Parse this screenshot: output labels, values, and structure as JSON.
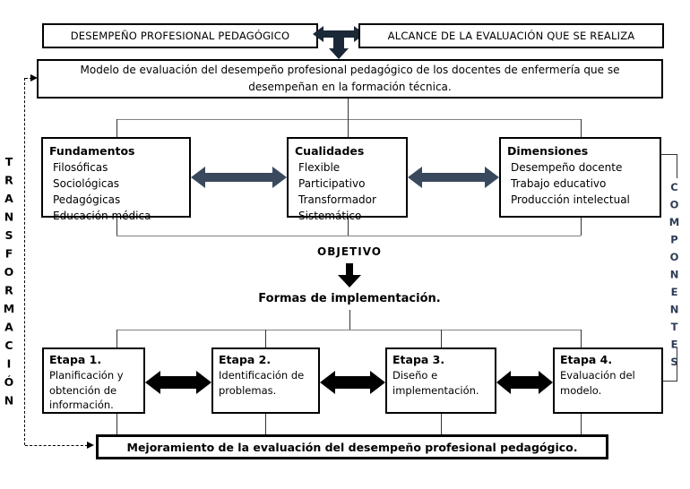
{
  "diagram": {
    "top": {
      "left_box": "DESEMPEÑO PROFESIONAL PEDAGÓGICO",
      "right_box": "ALCANCE DE LA EVALUACIÓN QUE SE REALIZA"
    },
    "model_box": "Modelo de evaluación del desempeño profesional pedagógico de los docentes de enfermería que se desempeñan en la formación técnica.",
    "components": [
      {
        "title": "Fundamentos",
        "items": [
          "Filosóficas",
          "Sociológicas",
          "Pedagógicas",
          "Educación médica"
        ]
      },
      {
        "title": "Cualidades",
        "items": [
          "Flexible",
          "Participativo",
          "Transformador",
          "Sistemático"
        ]
      },
      {
        "title": "Dimensiones",
        "items": [
          "Desempeño docente",
          "Trabajo educativo",
          "Producción intelectual"
        ]
      }
    ],
    "objetivo_label": "OBJETIVO",
    "formas_label": "Formas de implementación.",
    "etapas": [
      {
        "title": "Etapa 1.",
        "body": "Planificación y obtención de información."
      },
      {
        "title": "Etapa 2.",
        "body": "Identificación de problemas."
      },
      {
        "title": "Etapa 3.",
        "body": "Diseño e implementación."
      },
      {
        "title": "Etapa 4.",
        "body": "Evaluación del modelo."
      }
    ],
    "bottom_box": "Mejoramiento de la evaluación del desempeño profesional pedagógico.",
    "left_vertical_label": "TRANSFORMACIÓN",
    "right_vertical_label": "COMPONENTES"
  },
  "colors": {
    "slate_arrow": "#3a495d",
    "t_arrow": "#1b2838",
    "components_text": "#2d3c55",
    "connector_gray": "#828282",
    "black_arrow": "#000000",
    "border": "#000000"
  }
}
